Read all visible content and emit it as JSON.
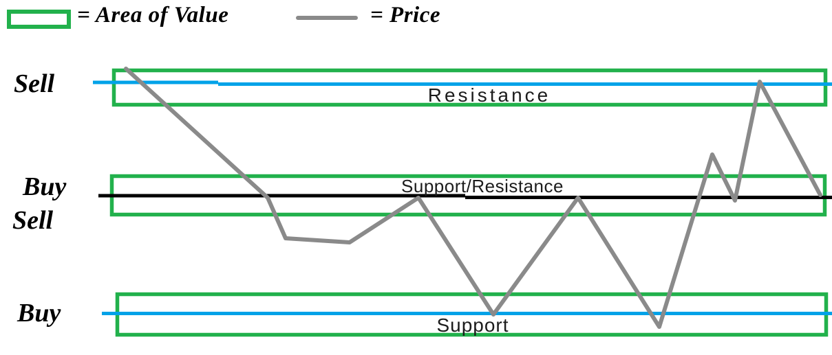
{
  "legend": {
    "area_of_value_label": "= Area of Value",
    "price_label": "= Price"
  },
  "side_labels": {
    "resistance_action": "Sell",
    "middle_action_above": "Buy",
    "middle_action_below": "Sell",
    "support_action": "Buy"
  },
  "zones": [
    {
      "label": "Resistance"
    },
    {
      "label": "Support/Resistance"
    },
    {
      "label": "Support"
    }
  ],
  "colors": {
    "area_of_value": "#22b14c",
    "level_blue": "#00a2e8",
    "level_black": "#000000",
    "price_gray": "#8a8a8a"
  },
  "price_line": {
    "points": [
      [
        183,
        100
      ],
      [
        389,
        288
      ],
      [
        415,
        347
      ],
      [
        508,
        353
      ],
      [
        608,
        288
      ],
      [
        717,
        458
      ],
      [
        840,
        288
      ],
      [
        958,
        476
      ],
      [
        1035,
        225
      ],
      [
        1068,
        292
      ],
      [
        1104,
        119
      ],
      [
        1192,
        284
      ]
    ]
  }
}
